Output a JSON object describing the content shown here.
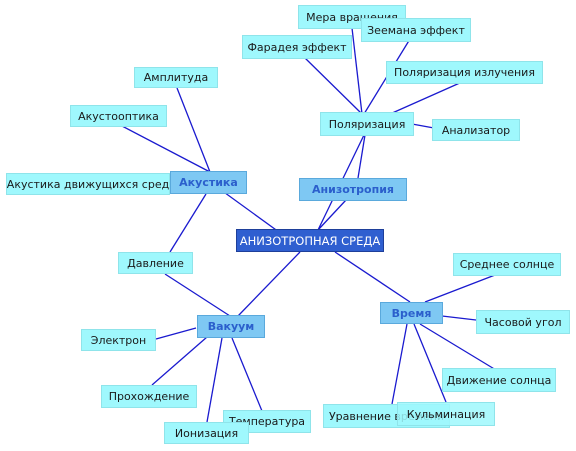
{
  "diagram": {
    "center": "АНИЗОТРОПНАЯ СРЕДА",
    "hubs": {
      "acoustics": "Акустика",
      "anisotropy": "Анизотропия",
      "vacuum": "Вакуум",
      "time": "Время",
      "polarization": "Поляризация"
    },
    "leaves": {
      "rotation_measure": "Мера вращения",
      "zeeman_effect": "Зеемана эффект",
      "faraday_effect": "Фарадея эффект",
      "amplitude": "Амплитуда",
      "radiation_polarization": "Поляризация излучения",
      "acoustooptics": "Акустооптика",
      "analyzer": "Анализатор",
      "acoustics_moving": "Акустика движущихся сред",
      "pressure": "Давление",
      "mean_sun": "Среднее солнце",
      "hour_angle": "Часовой угол",
      "electron": "Электрон",
      "sun_motion": "Движение солнца",
      "passage": "Прохождение",
      "equation_of_time": "Уравнение времени",
      "culmination": "Кульминация",
      "temperature": "Температура",
      "ionization": "Ионизация"
    }
  }
}
